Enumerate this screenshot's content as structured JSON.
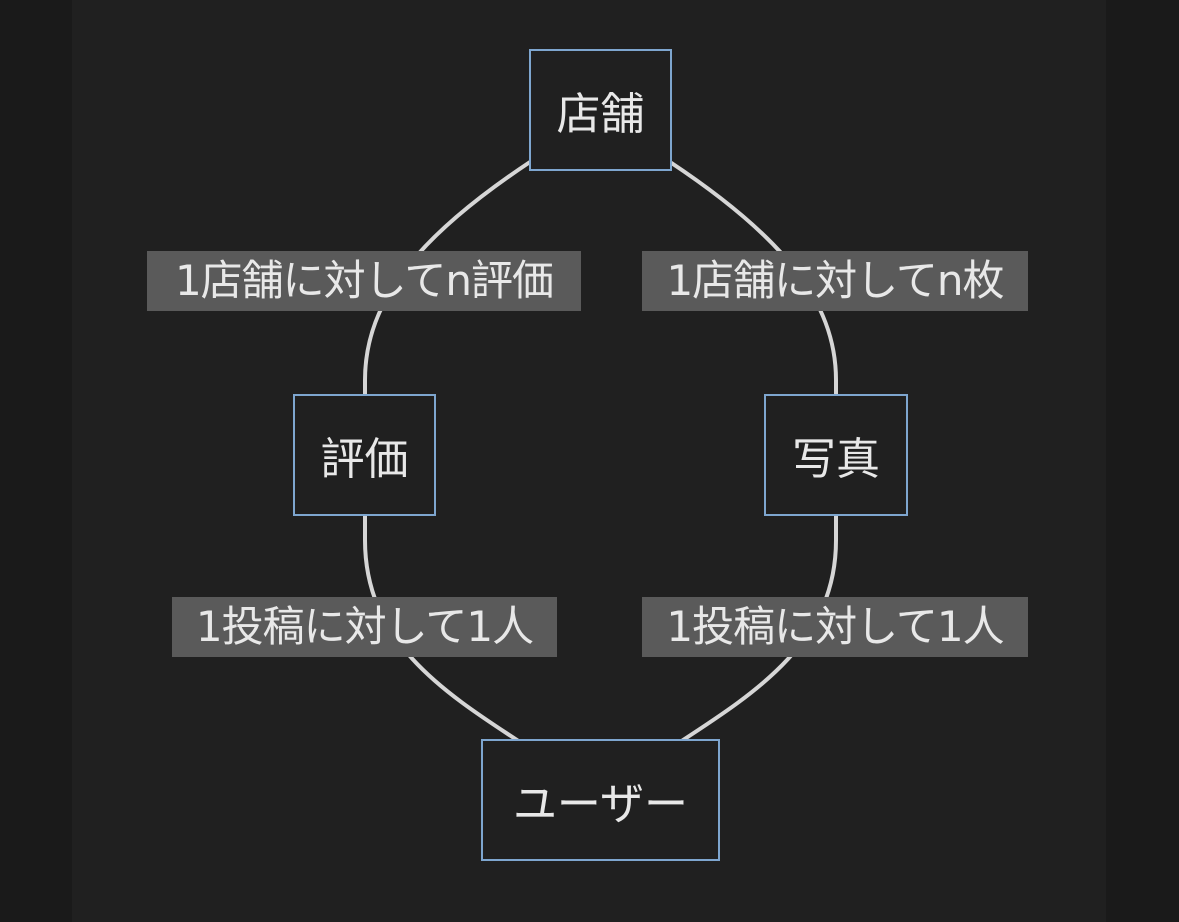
{
  "diagram": {
    "nodes": {
      "store": "店舗",
      "review": "評価",
      "photo": "写真",
      "user": "ユーザー"
    },
    "edges": {
      "store_review": "1店舗に対してn評価",
      "store_photo": "1店舗に対してn枚",
      "review_user": "1投稿に対して1人",
      "photo_user": "1投稿に対して1人"
    },
    "colors": {
      "background": "#202020",
      "outer_background": "#1a1a1a",
      "node_border": "#7ea6cf",
      "edge_line": "#d6d6d6",
      "label_background": "#5a5a5a",
      "text": "#e8e8e8"
    }
  }
}
